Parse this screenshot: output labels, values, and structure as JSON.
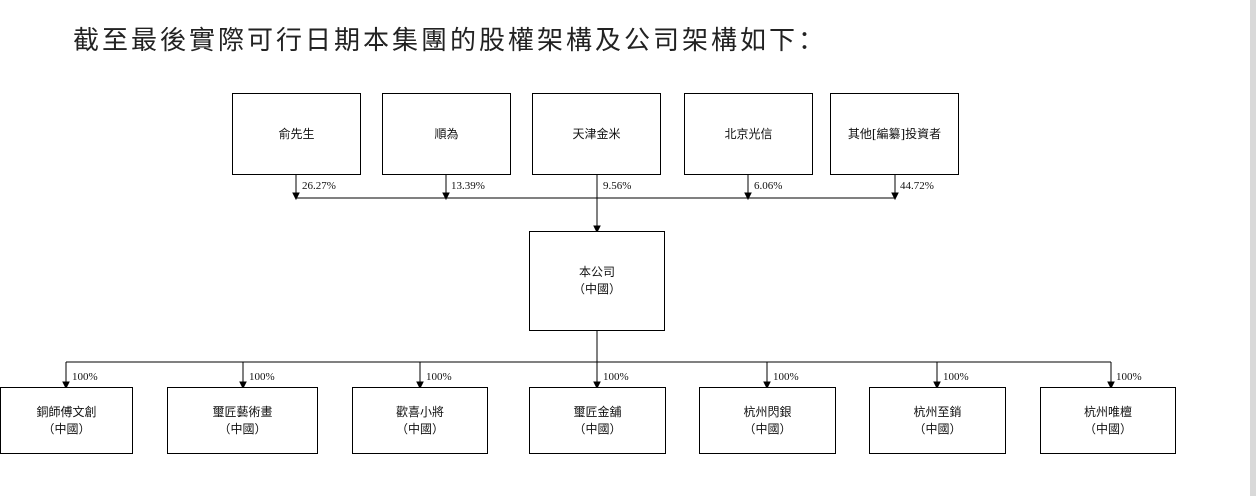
{
  "heading": "截至最後實際可行日期本集團的股權架構及公司架構如下：",
  "shareholders": [
    {
      "name": "俞先生",
      "pct": "26.27%"
    },
    {
      "name": "順為",
      "pct": "13.39%"
    },
    {
      "name": "天津金米",
      "pct": "9.56%"
    },
    {
      "name": "北京光信",
      "pct": "6.06%"
    },
    {
      "name": "其他[編纂]投資者",
      "pct": "44.72%"
    }
  ],
  "company": {
    "name": "本公司",
    "region": "（中國）"
  },
  "subsidiaries": [
    {
      "name": "銅師傅文創",
      "region": "（中國）",
      "pct": "100%"
    },
    {
      "name": "璽匠藝術畫",
      "region": "（中國）",
      "pct": "100%"
    },
    {
      "name": "歡喜小將",
      "region": "（中國）",
      "pct": "100%"
    },
    {
      "name": "璽匠金舖",
      "region": "（中國）",
      "pct": "100%"
    },
    {
      "name": "杭州閃銀",
      "region": "（中國）",
      "pct": "100%"
    },
    {
      "name": "杭州至銷",
      "region": "（中國）",
      "pct": "100%"
    },
    {
      "name": "杭州唯檀",
      "region": "（中國）",
      "pct": "100%"
    }
  ]
}
